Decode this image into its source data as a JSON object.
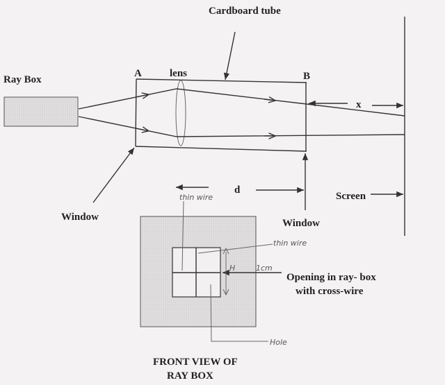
{
  "labels": {
    "cardboard_tube": "Cardboard tube",
    "ray_box": "Ray Box",
    "lens": "lens",
    "point_a": "A",
    "point_b": "B",
    "x": "x",
    "d": "d",
    "window_left": "Window",
    "window_right": "Window",
    "screen": "Screen",
    "opening_line1": "Opening in ray- box",
    "opening_line2": "with cross-wire",
    "front_view_line1": "FRONT VIEW OF",
    "front_view_line2": "RAY BOX"
  },
  "handwritten": {
    "thin_wire_top": "thin wire",
    "thin_wire_right": "thin wire",
    "one_cm": "1cm",
    "h": "H",
    "hole": "Hole"
  }
}
